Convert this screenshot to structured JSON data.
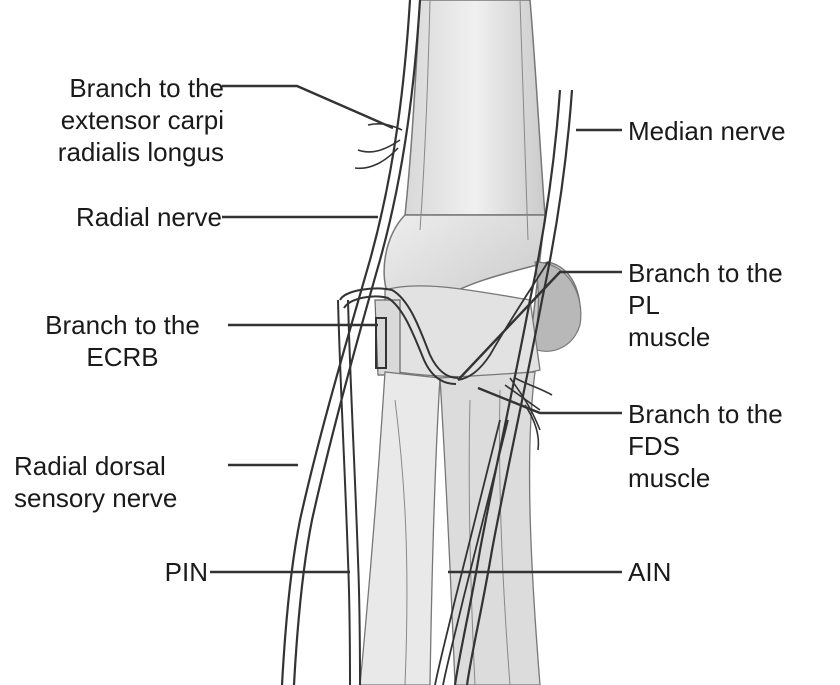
{
  "labels": {
    "ecrl": [
      "Branch to the",
      "extensor carpi",
      "radialis longus"
    ],
    "radial_nerve": "Radial nerve",
    "ecrb": [
      "Branch to the",
      "ECRB"
    ],
    "radial_dorsal": [
      "Radial dorsal",
      "sensory nerve"
    ],
    "pin": "PIN",
    "median_nerve": "Median nerve",
    "pl": [
      "Branch to the",
      "PL",
      "muscle"
    ],
    "fds": [
      "Branch to the",
      "FDS",
      "muscle"
    ],
    "ain": "AIN"
  },
  "colors": {
    "ink": "#1a1a1a",
    "line": "#333333",
    "bone_light": "#e6e6e6",
    "bone_mid": "#cfcfcf",
    "bone_dark": "#a8a8a8"
  }
}
